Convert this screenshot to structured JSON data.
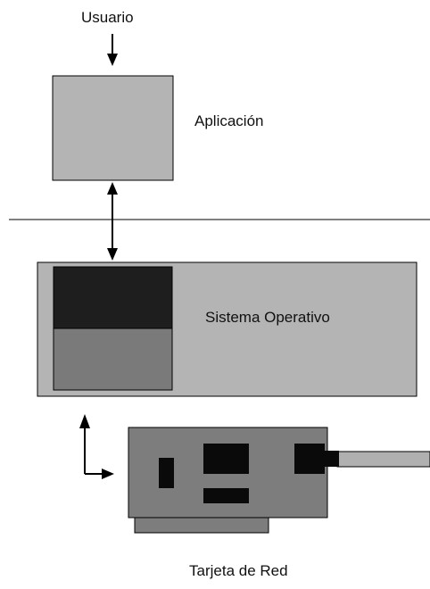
{
  "labels": {
    "user": "Usuario",
    "application": "Aplicación",
    "operating_system": "Sistema Operativo",
    "network_card": "Tarjeta de Red"
  },
  "colors": {
    "application_box": "#b4b4b4",
    "os_box": "#b4b4b4",
    "os_dark_panel": "#1e1e1e",
    "os_mid_panel": "#7a7a7a",
    "card_board": "#7d7d7d",
    "card_chip": "#0a0a0a",
    "cable": "#b0b0b0",
    "line": "#000000"
  }
}
